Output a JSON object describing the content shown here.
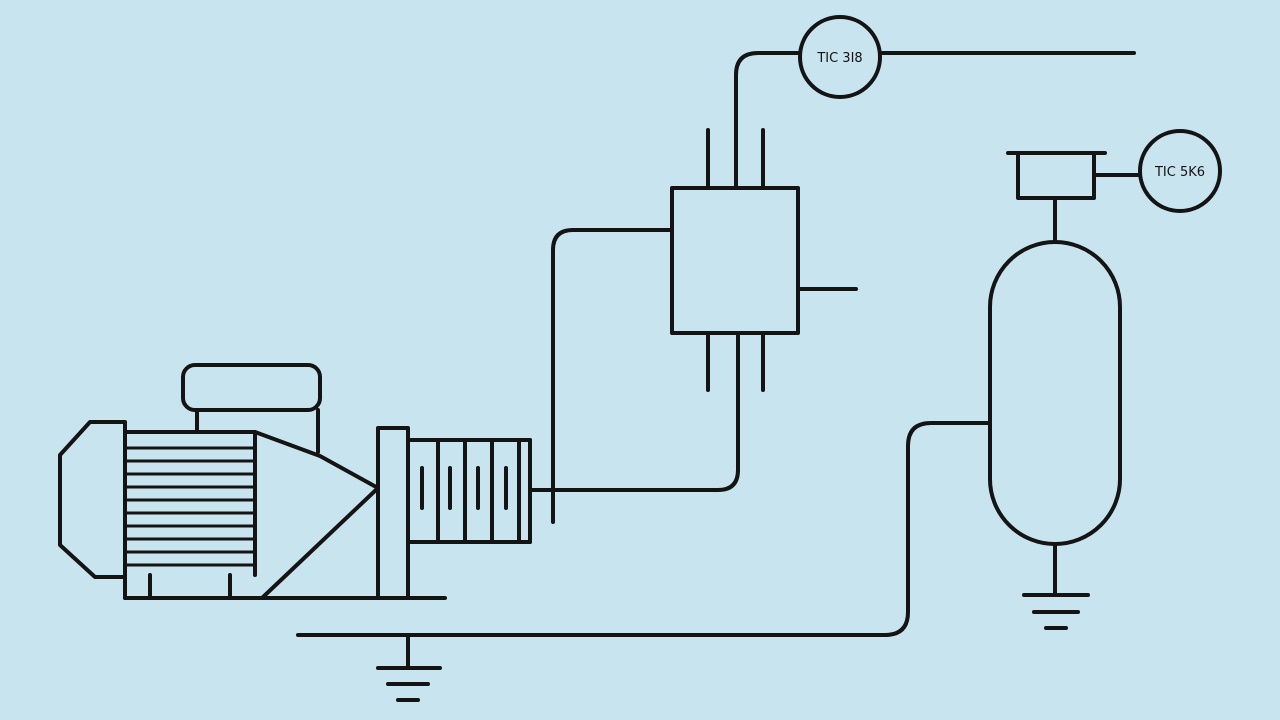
{
  "diagram": {
    "background_color": "#c8e4ef",
    "line_color": "#141414",
    "instrument_tags": {
      "top": "TIC 3I8",
      "right": "TIC 5K6"
    },
    "symbols": [
      "motor",
      "pump",
      "heat-exchanger",
      "pressure-vessel",
      "ground",
      "ground",
      "instrument-bubble",
      "instrument-bubble"
    ]
  }
}
